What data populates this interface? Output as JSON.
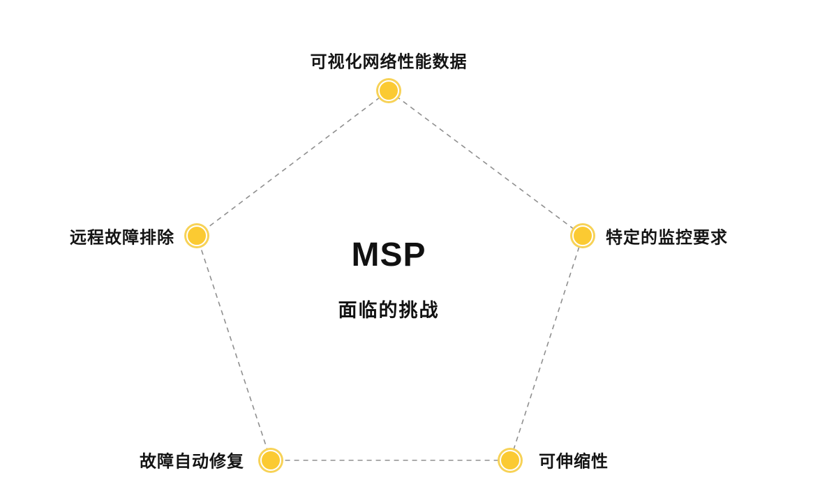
{
  "diagram": {
    "type": "pentagon-radial",
    "center": {
      "title": "MSP",
      "subtitle": "面临的挑战"
    },
    "nodes": [
      {
        "id": "top",
        "label": "可视化网络性能数据"
      },
      {
        "id": "right",
        "label": "特定的监控要求"
      },
      {
        "id": "bottom-right",
        "label": "可伸缩性"
      },
      {
        "id": "bottom-left",
        "label": "故障自动修复"
      },
      {
        "id": "left",
        "label": "远程故障排除"
      }
    ],
    "colors": {
      "node_fill": "#fbca32",
      "node_ring": "#f7d257",
      "edge": "#8f8f8f",
      "text": "#141414",
      "background": "#ffffff"
    },
    "edge_style": "dashed"
  }
}
